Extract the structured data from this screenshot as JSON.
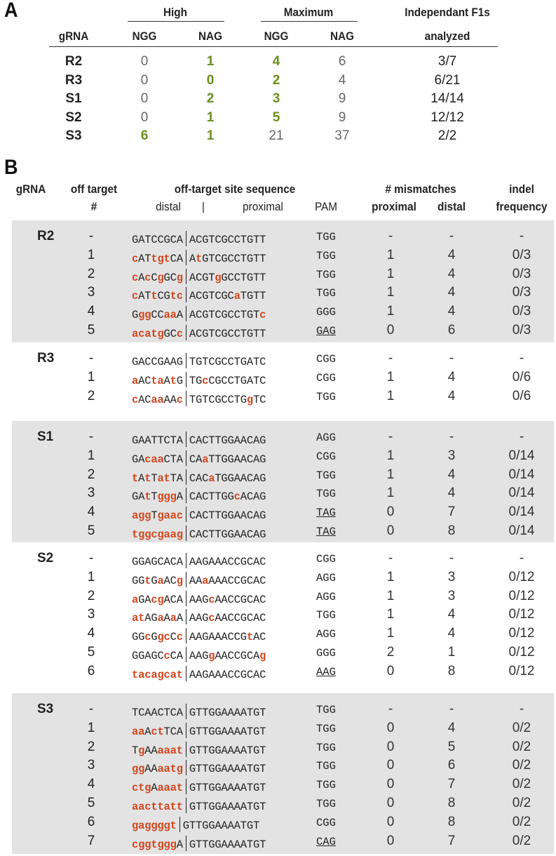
{
  "panel_a": {
    "label": "A",
    "group_headers": {
      "high": "High",
      "maximum": "Maximum",
      "f1s_line1": "Independant F1s",
      "f1s_line2": "analyzed"
    },
    "columns": {
      "gRNA": "gRNA",
      "high_ngg": "NGG",
      "high_nag": "NAG",
      "max_ngg": "NGG",
      "max_nag": "NAG"
    },
    "rows": [
      {
        "gRNA": "R2",
        "high_ngg": "0",
        "high_nag": "1",
        "max_ngg": "4",
        "max_nag": "6",
        "f1s": "3/7"
      },
      {
        "gRNA": "R3",
        "high_ngg": "0",
        "high_nag": "0",
        "max_ngg": "2",
        "max_nag": "4",
        "f1s": "6/21"
      },
      {
        "gRNA": "S1",
        "high_ngg": "0",
        "high_nag": "2",
        "max_ngg": "3",
        "max_nag": "9",
        "f1s": "14/14"
      },
      {
        "gRNA": "S2",
        "high_ngg": "0",
        "high_nag": "1",
        "max_ngg": "5",
        "max_nag": "9",
        "f1s": "12/12"
      },
      {
        "gRNA": "S3",
        "high_ngg": "6",
        "high_nag": "1",
        "max_ngg": "21",
        "max_nag": "37",
        "f1s": "2/2"
      }
    ],
    "highlighted_cells": {
      "R2": [
        "high_nag",
        "max_ngg"
      ],
      "R3": [
        "high_nag",
        "max_ngg"
      ],
      "S1": [
        "high_nag",
        "max_ngg"
      ],
      "S2": [
        "high_nag",
        "max_ngg"
      ],
      "S3": [
        "high_ngg",
        "high_nag"
      ]
    }
  },
  "panel_b": {
    "label": "B",
    "headers": {
      "gRNA": "gRNA",
      "off_target_line1": "off target",
      "off_target_line2": "#",
      "sequence": "off-target site sequence",
      "distal": "distal",
      "separator": "|",
      "proximal": "proximal",
      "pam": "PAM",
      "mismatches": "# mismatches",
      "mm_proximal": "proximal",
      "mm_distal": "distal",
      "indel_line1": "indel",
      "indel_line2": "frequency"
    },
    "groups": [
      {
        "gRNA": "R2",
        "shaded": true,
        "rows": [
          {
            "num": "-",
            "distal": "GATCCGCA",
            "proximal": "ACGTCGCCTGTT",
            "pam": "TGG",
            "pam_underlined": false,
            "mm_prox": "-",
            "mm_dist": "-",
            "indel": "-"
          },
          {
            "num": "1",
            "distal": "cATtgtCA",
            "proximal": "AtGTCGCCTGTT",
            "pam": "TGG",
            "pam_underlined": false,
            "mm_prox": "1",
            "mm_dist": "4",
            "indel": "0/3"
          },
          {
            "num": "2",
            "distal": "cAcCgGCg",
            "proximal": "ACGTgGCCTGTT",
            "pam": "TGG",
            "pam_underlined": false,
            "mm_prox": "1",
            "mm_dist": "4",
            "indel": "0/3"
          },
          {
            "num": "3",
            "distal": "cATtCGtc",
            "proximal": "ACGTCGCaTGTT",
            "pam": "TGG",
            "pam_underlined": false,
            "mm_prox": "1",
            "mm_dist": "4",
            "indel": "0/3"
          },
          {
            "num": "4",
            "distal": "GggCCaaA",
            "proximal": "ACGTCGCCTGTc",
            "pam": "GGG",
            "pam_underlined": false,
            "mm_prox": "1",
            "mm_dist": "4",
            "indel": "0/3"
          },
          {
            "num": "5",
            "distal": "acatgGCc",
            "proximal": "ACGTCGCCTGTT",
            "pam": "GAG",
            "pam_underlined": true,
            "mm_prox": "0",
            "mm_dist": "6",
            "indel": "0/3"
          }
        ]
      },
      {
        "gRNA": "R3",
        "shaded": false,
        "rows": [
          {
            "num": "-",
            "distal": "GACCGAAG",
            "proximal": "TGTCGCCTGATC",
            "pam": "CGG",
            "pam_underlined": false,
            "mm_prox": "-",
            "mm_dist": "-",
            "indel": "-"
          },
          {
            "num": "1",
            "distal": "aACtaAtG",
            "proximal": "TGcCGCCTGATC",
            "pam": "CGG",
            "pam_underlined": false,
            "mm_prox": "1",
            "mm_dist": "4",
            "indel": "0/6"
          },
          {
            "num": "2",
            "distal": "cACaaAAc",
            "proximal": "TGTCGCCTGgTC",
            "pam": "TGG",
            "pam_underlined": false,
            "mm_prox": "1",
            "mm_dist": "4",
            "indel": "0/6"
          }
        ]
      },
      {
        "gRNA": "S1",
        "shaded": true,
        "rows": [
          {
            "num": "-",
            "distal": "GAATTCTA",
            "proximal": "CACTTGGAACAG",
            "pam": "AGG",
            "pam_underlined": false,
            "mm_prox": "-",
            "mm_dist": "-",
            "indel": "-"
          },
          {
            "num": "1",
            "distal": "GAcaaCTA",
            "proximal": "CAaTTGGAACAG",
            "pam": "CGG",
            "pam_underlined": false,
            "mm_prox": "1",
            "mm_dist": "3",
            "indel": "0/14"
          },
          {
            "num": "2",
            "distal": "tAtTatTA",
            "proximal": "CACaTGGAACAG",
            "pam": "TGG",
            "pam_underlined": false,
            "mm_prox": "1",
            "mm_dist": "4",
            "indel": "0/14"
          },
          {
            "num": "3",
            "distal": "GAtTgggA",
            "proximal": "CACTTGGcACAG",
            "pam": "TGG",
            "pam_underlined": false,
            "mm_prox": "1",
            "mm_dist": "4",
            "indel": "0/14"
          },
          {
            "num": "4",
            "distal": "aggTgaac",
            "proximal": "CACTTGGAACAG",
            "pam": "TAG",
            "pam_underlined": true,
            "mm_prox": "0",
            "mm_dist": "7",
            "indel": "0/14"
          },
          {
            "num": "5",
            "distal": "tggcgaag",
            "proximal": "CACTTGGAACAG",
            "pam": "TAG",
            "pam_underlined": true,
            "mm_prox": "0",
            "mm_dist": "8",
            "indel": "0/14"
          }
        ]
      },
      {
        "gRNA": "S2",
        "shaded": false,
        "rows": [
          {
            "num": "-",
            "distal": "GGAGCACA",
            "proximal": "AAGAAACCGCAC",
            "pam": "CGG",
            "pam_underlined": false,
            "mm_prox": "-",
            "mm_dist": "-",
            "indel": "-"
          },
          {
            "num": "1",
            "distal": "GGtGaACg",
            "proximal": "AAaAAACCGCAC",
            "pam": "AGG",
            "pam_underlined": false,
            "mm_prox": "1",
            "mm_dist": "3",
            "indel": "0/12"
          },
          {
            "num": "2",
            "distal": "aGAcgACA",
            "proximal": "AAGcAACCGCAC",
            "pam": "AGG",
            "pam_underlined": false,
            "mm_prox": "1",
            "mm_dist": "3",
            "indel": "0/12"
          },
          {
            "num": "3",
            "distal": "atAGaAaA",
            "proximal": "AAGcAACCGCAC",
            "pam": "TGG",
            "pam_underlined": false,
            "mm_prox": "1",
            "mm_dist": "4",
            "indel": "0/12"
          },
          {
            "num": "4",
            "distal": "GGcGgcCc",
            "proximal": "AAGAAACCGtAC",
            "pam": "AGG",
            "pam_underlined": false,
            "mm_prox": "1",
            "mm_dist": "4",
            "indel": "0/12"
          },
          {
            "num": "5",
            "distal": "GGAGCcCA",
            "proximal": "AAGgAACCGCAg",
            "pam": "GGG",
            "pam_underlined": false,
            "mm_prox": "2",
            "mm_dist": "1",
            "indel": "0/12"
          },
          {
            "num": "6",
            "distal": "tacagcat",
            "proximal": "AAGAAACCGCAC",
            "pam": "AAG",
            "pam_underlined": true,
            "mm_prox": "0",
            "mm_dist": "8",
            "indel": "0/12"
          }
        ]
      },
      {
        "gRNA": "S3",
        "shaded": true,
        "rows": [
          {
            "num": "-",
            "distal": "TCAACTCA",
            "proximal": "GTTGGAAAATGT",
            "pam": "TGG",
            "pam_underlined": false,
            "mm_prox": "-",
            "mm_dist": "-",
            "indel": "-"
          },
          {
            "num": "1",
            "distal": "aaActTCA",
            "proximal": "GTTGGAAAATGT",
            "pam": "TGG",
            "pam_underlined": false,
            "mm_prox": "0",
            "mm_dist": "4",
            "indel": "0/2"
          },
          {
            "num": "2",
            "distal": "TgAAaaat",
            "proximal": "GTTGGAAAATGT",
            "pam": "TGG",
            "pam_underlined": false,
            "mm_prox": "0",
            "mm_dist": "5",
            "indel": "0/2"
          },
          {
            "num": "3",
            "distal": "ggAAaatg",
            "proximal": "GTTGGAAAATGT",
            "pam": "TGG",
            "pam_underlined": false,
            "mm_prox": "0",
            "mm_dist": "6",
            "indel": "0/2"
          },
          {
            "num": "4",
            "distal": "ctgAaaat",
            "proximal": "GTTGGAAAATGT",
            "pam": "TGG",
            "pam_underlined": false,
            "mm_prox": "0",
            "mm_dist": "7",
            "indel": "0/2"
          },
          {
            "num": "5",
            "distal": "aacttatt",
            "proximal": "GTTGGAAAATGT",
            "pam": "TGG",
            "pam_underlined": false,
            "mm_prox": "0",
            "mm_dist": "8",
            "indel": "0/2"
          },
          {
            "num": "6",
            "distal": "gaggggt",
            "proximal": "GTTGGAAAATGT",
            "pam": "CGG",
            "pam_underlined": false,
            "mm_prox": "0",
            "mm_dist": "8",
            "indel": "0/2"
          },
          {
            "num": "7",
            "distal": "cggtgggA",
            "proximal": "GTTGGAAAATGT",
            "pam": "CAG",
            "pam_underlined": true,
            "mm_prox": "0",
            "mm_dist": "7",
            "indel": "0/2"
          }
        ]
      }
    ]
  },
  "colors": {
    "highlight_green": "#6a8f1e",
    "mismatch_red": "#d2461e",
    "band_gray": "#e3e3e3",
    "muted_number": "#666666"
  }
}
